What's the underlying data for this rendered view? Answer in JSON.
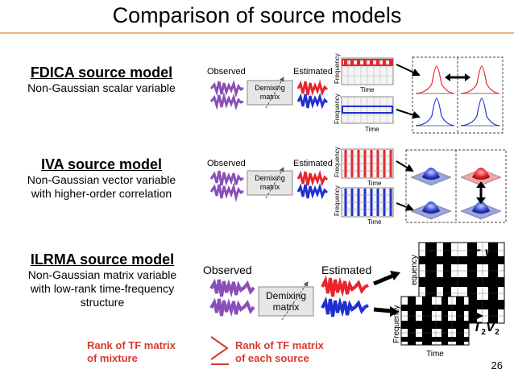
{
  "slide": {
    "title": "Comparison of source models",
    "number": "26"
  },
  "sections": [
    {
      "heading": "FDICA source model",
      "desc": [
        "Non-Gaussian scalar variable"
      ]
    },
    {
      "heading": "IVA source model",
      "desc": [
        "Non-Gaussian vector variable",
        "with higher-order correlation"
      ]
    },
    {
      "heading": "ILRMA source model",
      "desc": [
        "Non-Gaussian matrix variable",
        "with low-rank time-frequency",
        "structure"
      ]
    }
  ],
  "diagram_labels": {
    "observed": "Observed",
    "estimated": "Estimated",
    "demixing_line1": "Demixing",
    "demixing_line2": "matrix",
    "frequency": "Frequency",
    "frequency_cut": "equency",
    "time": "Time"
  },
  "ilrma_math": {
    "t1v1_T": "T",
    "t1v1_sub1": "1",
    "t1v1_V": "V",
    "t1v1_sub2": "1",
    "t2v2_T": "T",
    "t2v2_sub1": "2",
    "t2v2_V": "V",
    "t2v2_sub2": "2"
  },
  "rank": {
    "mixture": [
      "Rank of TF matrix",
      "of mixture"
    ],
    "source": [
      "Rank of TF matrix",
      "of each source"
    ]
  },
  "colors": {
    "accent_rule": "#e7b57a",
    "rank_text": "#d63a2e",
    "red_source": "#e8252b",
    "blue_source": "#2030d0",
    "observed_wave": "#8a4fb8"
  }
}
